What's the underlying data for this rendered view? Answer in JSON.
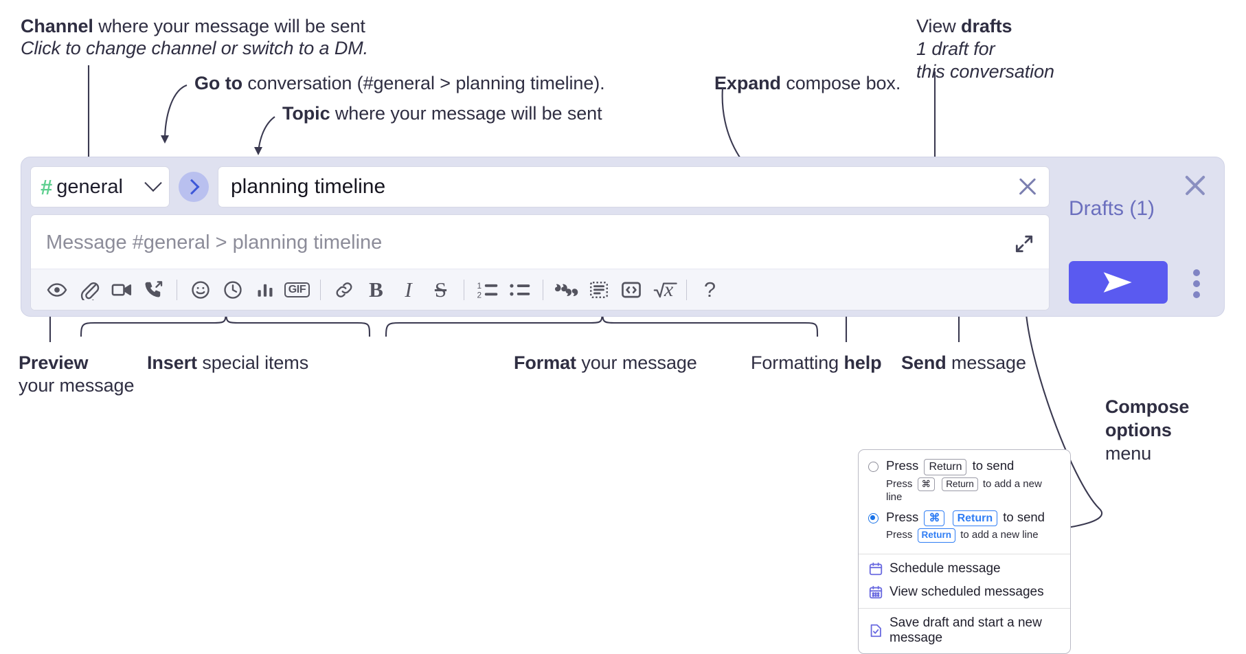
{
  "annotations": {
    "channel_title_bold": "Channel",
    "channel_title_rest": " where your message will be sent",
    "channel_sub": "Click to change channel or switch to a DM.",
    "goto_bold": "Go to",
    "goto_rest": " conversation (#general > planning timeline).",
    "topic_bold": "Topic",
    "topic_rest": " where your message will be sent",
    "expand_bold": "Expand",
    "expand_rest": " compose box.",
    "drafts_line1_pre": "View ",
    "drafts_line1_bold": "drafts",
    "drafts_line2": "1 draft for",
    "drafts_line3": "this conversation",
    "preview_bold": "Preview",
    "preview_line2": "your message",
    "insert_bold": "Insert",
    "insert_rest": " special items",
    "format_bold": "Format",
    "format_rest": " your message",
    "help_pre": "Formatting ",
    "help_bold": "help",
    "send_bold": "Send",
    "send_rest": " message",
    "compose_opts_bold1": "Compose",
    "compose_opts_bold2": "options",
    "compose_opts_rest": "menu"
  },
  "compose": {
    "channel": {
      "hash_icon": "hash-icon",
      "name": "general",
      "chevron_icon": "chevron-down-icon"
    },
    "goto_button_icon": "chevron-right-icon",
    "topic": {
      "value": "planning timeline",
      "clear_icon": "close-icon"
    },
    "message": {
      "placeholder": "Message #general > planning timeline",
      "expand_icon": "expand-diagonal-icon"
    },
    "toolbar": {
      "groups": [
        {
          "name": "preview",
          "items": [
            {
              "icon": "eye-icon",
              "label": "Preview"
            }
          ]
        },
        {
          "name": "insert",
          "items": [
            {
              "icon": "paperclip-icon",
              "label": "Attach file"
            },
            {
              "icon": "video-camera-icon",
              "label": "Video clip"
            },
            {
              "icon": "phone-forward-icon",
              "label": "Audio clip"
            }
          ]
        },
        {
          "name": "insert2",
          "items": [
            {
              "icon": "emoji-smile-icon",
              "label": "Emoji"
            },
            {
              "icon": "clock-icon",
              "label": "Reminder"
            },
            {
              "icon": "bar-chart-icon",
              "label": "Poll"
            },
            {
              "icon": "gif-icon",
              "label": "GIF"
            }
          ]
        },
        {
          "name": "format",
          "items": [
            {
              "icon": "link-icon",
              "label": "Link"
            },
            {
              "icon": "bold-icon",
              "label": "B"
            },
            {
              "icon": "italic-icon",
              "label": "I"
            },
            {
              "icon": "strikethrough-icon",
              "label": "S"
            }
          ]
        },
        {
          "name": "lists",
          "items": [
            {
              "icon": "ordered-list-icon",
              "label": "Ordered list"
            },
            {
              "icon": "bulleted-list-icon",
              "label": "Bulleted list"
            }
          ]
        },
        {
          "name": "blocks",
          "items": [
            {
              "icon": "blockquote-icon",
              "label": "Blockquote"
            },
            {
              "icon": "code-block-icon",
              "label": "Code block"
            },
            {
              "icon": "inline-code-icon",
              "label": "Code"
            },
            {
              "icon": "math-icon",
              "label": "Math"
            }
          ]
        },
        {
          "name": "help",
          "items": [
            {
              "icon": "question-mark-icon",
              "label": "?"
            }
          ]
        }
      ],
      "gif_label": "GIF",
      "bold_label": "B",
      "italic_label": "I",
      "strike_label": "S",
      "help_label": "?",
      "ordered_1": "1",
      "ordered_2": "2"
    },
    "right_rail": {
      "close_icon": "close-icon",
      "drafts_label": "Drafts (1)",
      "send_icon": "send-paper-plane-icon",
      "kebab_icon": "more-vertical-icon"
    }
  },
  "menu": {
    "option1": {
      "press": "Press",
      "key": "Return",
      "suffix": "to send",
      "sub_press": "Press",
      "sub_key1": "⌘",
      "sub_key2": "Return",
      "sub_suffix": "to add a new line",
      "selected": false
    },
    "option2": {
      "press": "Press",
      "key1": "⌘",
      "key2": "Return",
      "suffix": "to send",
      "sub_press": "Press",
      "sub_key": "Return",
      "sub_suffix": "to add a new line",
      "selected": true
    },
    "items": [
      {
        "icon": "calendar-clock-icon",
        "label": "Schedule message"
      },
      {
        "icon": "calendar-grid-icon",
        "label": "View scheduled messages"
      },
      {
        "icon": "save-draft-icon",
        "label": "Save draft and start a new message"
      }
    ]
  },
  "colors": {
    "compose_bg": "#dfe1f0",
    "accent_send": "#5a5af0",
    "drafts_link": "#6b6fbe",
    "hash_green": "#5ecf8f",
    "goto_circle": "#b9c0ef",
    "key_blue": "#2f7df4"
  }
}
